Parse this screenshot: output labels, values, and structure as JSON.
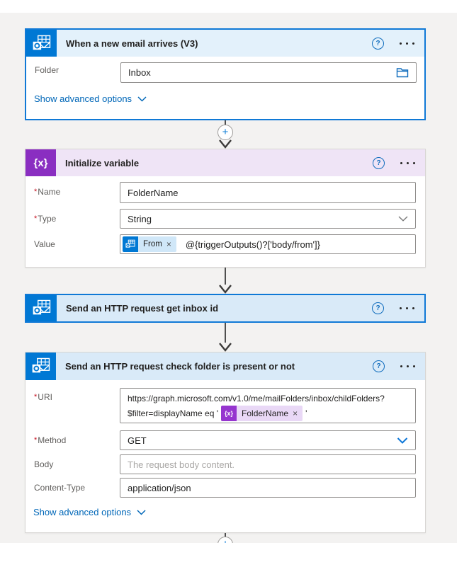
{
  "icons": {
    "help": "?",
    "plus": "+",
    "close": "×",
    "variable_glyph": "{x}"
  },
  "shared": {
    "required_mark": "*",
    "advanced_options_label": "Show advanced options"
  },
  "trigger_card": {
    "title": "When a new email arrives (V3)",
    "folder_label": "Folder",
    "folder_value": "Inbox"
  },
  "init_variable_card": {
    "title": "Initialize variable",
    "name_label": "Name",
    "name_value": "FolderName",
    "type_label": "Type",
    "type_value": "String",
    "value_label": "Value",
    "value_chip": "From",
    "value_expression": "@{triggerOutputs()?['body/from']}"
  },
  "http_inbox_card": {
    "title": "Send an HTTP request get inbox id"
  },
  "http_check_card": {
    "title": "Send an HTTP request check folder is present or not",
    "uri_label": "URI",
    "uri_line1": "https://graph.microsoft.com/v1.0/me/mailFolders/inbox/childFolders?",
    "uri_line2_prefix": "$filter=displayName eq '",
    "uri_chip": "FolderName",
    "uri_line2_suffix": "'",
    "method_label": "Method",
    "method_value": "GET",
    "body_label": "Body",
    "body_placeholder": "The request body content.",
    "content_type_label": "Content-Type",
    "content_type_value": "application/json"
  },
  "colors": {
    "accent_blue": "#0078d4",
    "variable_purple": "#8a2ec1",
    "canvas_bg": "#f3f2f1",
    "trigger_header_bg": "#e3f1fb",
    "action_header_bg": "#d9eaf8",
    "variable_header_bg": "#efe4f6",
    "chip_blue_bg": "#d0e7f8",
    "chip_purple_bg": "#e9d8f6",
    "required_red": "#c50f1f",
    "link_blue": "#0067b8"
  }
}
